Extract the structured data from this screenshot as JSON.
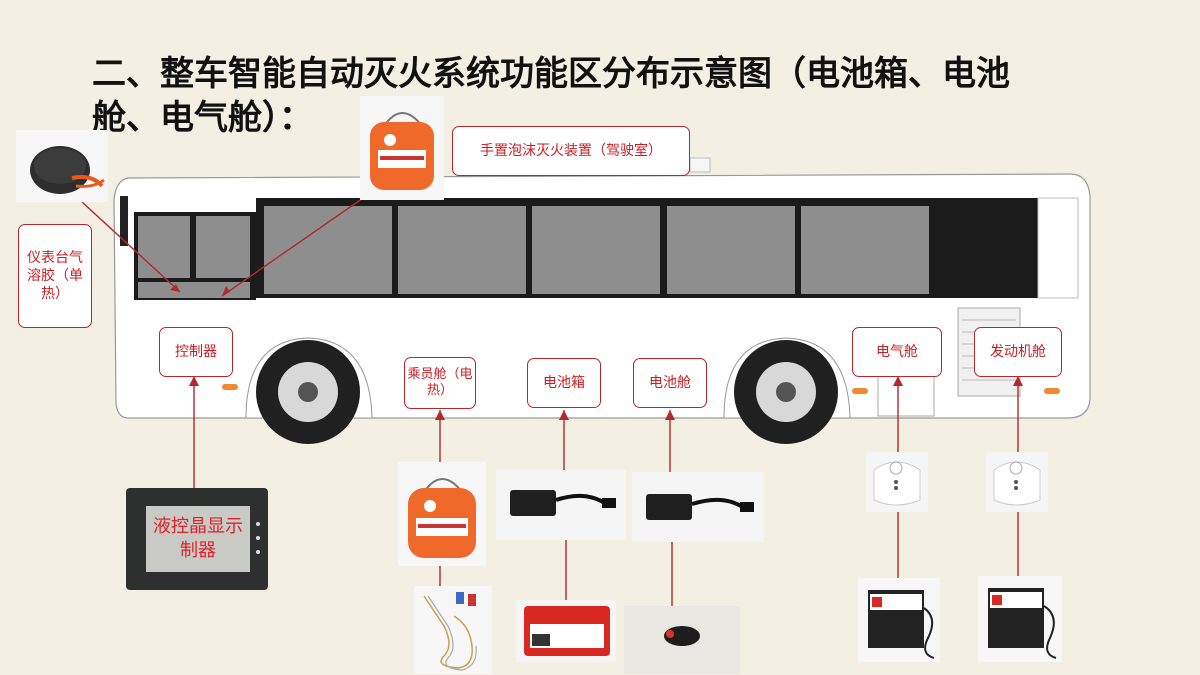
{
  "title": "二、整车智能自动灭火系统功能区分布示意图（电池箱、电池舱、电气舱）：",
  "callouts": {
    "dashboard": "仪表台气溶胶（单热）",
    "handheld": "手置泡沫灭火装置（驾驶室）",
    "controller": "控制器",
    "passenger": "乘员舱（电热）",
    "battery_box": "电池箱",
    "battery_compartment": "电池舱",
    "electrical": "电气舱",
    "engine": "发动机舱"
  },
  "lcd_label": "液控晶显示制器",
  "colors": {
    "callout_border": "#b2282d",
    "callout_text": "#c81e24",
    "background": "#f3f0e3",
    "bus_body": "#ffffff",
    "window": "#8e8e8e",
    "extinguisher": "#ef6a2a"
  }
}
